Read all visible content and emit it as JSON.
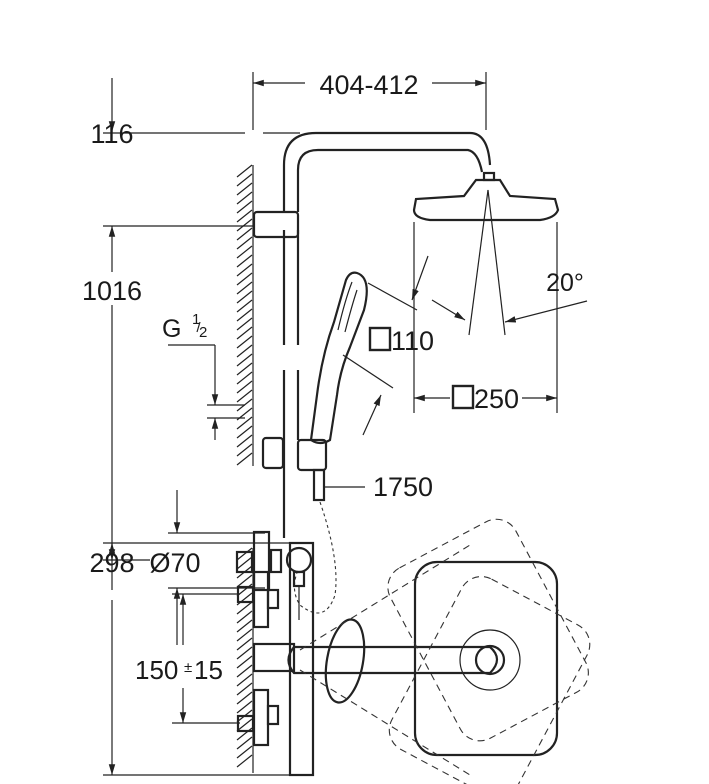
{
  "dimensions": {
    "arm_projection": "404-412",
    "top_offset": "116",
    "height_riser": "1016",
    "thread": {
      "letter": "G",
      "num": "1",
      "den": "2"
    },
    "rosette_diameter": "Ø70",
    "hand_shower_size": "110",
    "head_size": "250",
    "spray_angle": "20°",
    "hose_length": "1750",
    "thermostat_height": "298",
    "inlet_spacing": {
      "value": "150",
      "tolerance_sign": "±",
      "tolerance": "15"
    }
  },
  "colors": {
    "line": "#222222",
    "background": "#ffffff"
  }
}
